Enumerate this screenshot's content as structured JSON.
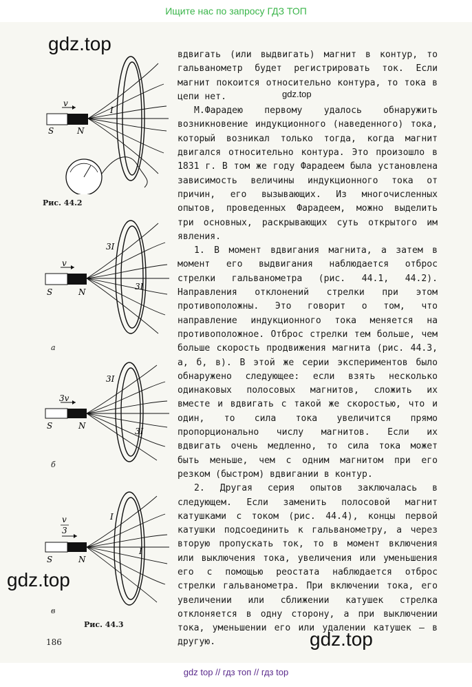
{
  "banner": {
    "text": "Ищите нас по запросу ГДЗ ТОП"
  },
  "watermarks": {
    "w1": "gdz.top",
    "w2": "gdz.top",
    "w3": "gdz.top",
    "w4": "gdz.top"
  },
  "paragraphs": [
    "вдвигать (или выдвигать) магнит в контур, то гальванометр будет регистрировать ток. Если магнит покоится относительно контура, то тока в цепи нет.",
    "М.Фарадею первому удалось обнаружить возникновение индукционного (наведенного) тока, который возникал только тогда, когда магнит двигался относительно контура. Это произошло в 1831 г. В том же году Фарадеем была установлена зависимость величины индукционного тока от причин, его вызывающих. Из многочисленных опытов, проведенных Фарадеем, можно выделить три основных, раскрывающих суть открытого им явления.",
    "1. В момент вдвигания магнита, а затем в момент его выдвигания наблюдается отброс стрелки гальванометра (рис. 44.1, 44.2). Направления отклонений стрелки при этом противоположны. Это говорит о том, что направление индукционного тока меняется на противоположное. Отброс стрелки тем больше, чем больше скорость продвижения магнита (рис. 44.3, а, б, в). В этой же серии экспериментов было обнаружено следующее: если взять несколько одинаковых полосовых магнитов, сложить их вместе и вдвигать с такой же скоростью, что и один, то сила тока увеличится прямо пропорционально числу магнитов. Если их вдвигать очень медленно, то сила тока может быть меньше, чем с одним магнитом при его резком (быстром) вдвигании в контур.",
    "2. Другая серия опытов заключалась в следующем. Если заменить полосовой магнит катушками с током (рис. 44.4), концы первой катушки подсоединить к гальванометру, а через вторую пропускать ток, то в момент включения или выключения тока, увеличения или уменьшения его с помощью реостата наблюдается отброс стрелки гальванометра. При включении тока, его увеличении или сближении катушек стрелка отклоняется в одну сторону, а при выключении тока, уменьшении его или удалении катушек — в другую."
  ],
  "figures": {
    "fig1": {
      "caption": "Рис. 44.2",
      "velocity": "v",
      "s": "S",
      "n": "N",
      "current": "I"
    },
    "fig2": {
      "sublabel": "а",
      "velocity": "v",
      "s": "S",
      "n": "N",
      "current_top": "3I",
      "current_mid": "3I"
    },
    "fig3": {
      "sublabel": "б",
      "velocity": "3v",
      "s": "S",
      "n": "N",
      "current_top": "3I",
      "current_mid": "3I"
    },
    "fig4": {
      "sublabel": "в",
      "velocity_num": "v",
      "velocity_den": "3",
      "s": "S",
      "n": "N",
      "current_top": "I",
      "current_mid": "I",
      "caption": "Рис. 44.3"
    }
  },
  "page_number": "186",
  "footer": {
    "link1": "gdz top",
    "sep1": "//",
    "link2": "гдз топ",
    "sep2": "//",
    "link3": "гдз top"
  },
  "colors": {
    "banner": "#3ab54a",
    "footer_links": "#5b2b8c",
    "page_bg": "#f7f7f2"
  }
}
